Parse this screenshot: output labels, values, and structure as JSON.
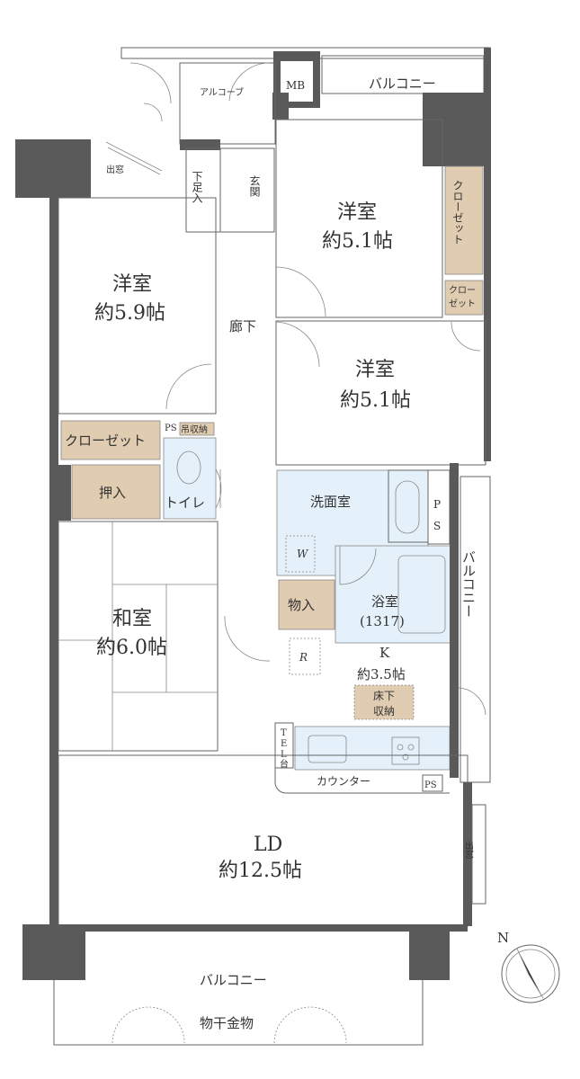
{
  "rooms": {
    "western_top": {
      "name": "洋室",
      "size": "約5.1帖"
    },
    "western_left": {
      "name": "洋室",
      "size": "約5.9帖"
    },
    "western_mid": {
      "name": "洋室",
      "size": "約5.1帖"
    },
    "japanese": {
      "name": "和室",
      "size": "約6.0帖"
    },
    "kitchen": {
      "name": "K",
      "size": "約3.5帖"
    },
    "ld": {
      "name": "LD",
      "size": "約12.5帖"
    },
    "bath": {
      "name": "浴室",
      "size": "(1317)"
    },
    "washroom": "洗面室",
    "toilet": "トイレ",
    "hallway": "廊下",
    "entrance": "玄関",
    "shoe_storage": "下足入",
    "alcove": "アルコーブ",
    "mb": "MB"
  },
  "storage": {
    "closet_top": "クローゼット",
    "closet_small": [
      "クロー",
      "ゼット"
    ],
    "closet_left": "クローゼット",
    "oshiire": "押入",
    "hanging_storage": "吊収納",
    "monoire": "物入",
    "underfloor": [
      "床下",
      "収納"
    ]
  },
  "labels": {
    "balcony_top": "バルコニー",
    "balcony_right": "バルコニー",
    "balcony_bottom": "バルコニー",
    "bay_window_left": "出窓",
    "bay_window_right": "出窓",
    "ps": "PS",
    "ps_vertical": [
      "P",
      "S"
    ],
    "washer": "W",
    "fridge": "R",
    "tel": [
      "T",
      "E",
      "L",
      "台"
    ],
    "counter": "カウンター",
    "clothes_hanger": "物干金物",
    "compass_north": "N"
  },
  "colors": {
    "wall": "#5a5a5a",
    "storage": "#e0ccb0",
    "wet_area": "#e4f1fa"
  }
}
